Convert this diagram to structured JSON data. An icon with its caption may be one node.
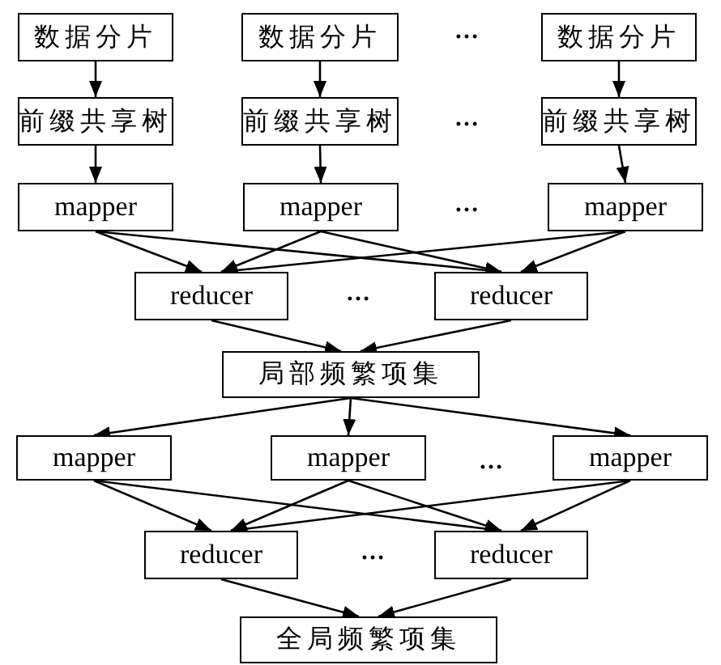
{
  "diagram": {
    "nodes": [
      {
        "text": [
          "数据分片"
        ]
      },
      {
        "text": [
          "数据分片"
        ]
      },
      {
        "text": [
          "数据分片"
        ]
      },
      {
        "text": [
          "前缀共享树"
        ]
      },
      {
        "text": [
          "前缀共享树"
        ]
      },
      {
        "text": [
          "前缀共享树"
        ]
      },
      {
        "text": [
          "mapper"
        ]
      },
      {
        "text": [
          "mapper"
        ]
      },
      {
        "text": [
          "mapper"
        ]
      },
      {
        "text": [
          "reducer"
        ]
      },
      {
        "text": [
          "reducer"
        ]
      },
      {
        "text": [
          "局部频繁项集"
        ]
      },
      {
        "text": [
          "mapper"
        ]
      },
      {
        "text": [
          "mapper"
        ]
      },
      {
        "text": [
          "mapper"
        ]
      },
      {
        "text": [
          "reducer"
        ]
      },
      {
        "text": [
          "reducer"
        ]
      },
      {
        "text": [
          "全局频繁项集"
        ]
      }
    ],
    "edges": [
      {
        "from": 0,
        "to": 3,
        "arrow": "to"
      },
      {
        "from": 1,
        "to": 4,
        "arrow": "to"
      },
      {
        "from": 2,
        "to": 5,
        "arrow": "to"
      },
      {
        "from": 3,
        "to": 6,
        "arrow": "to"
      },
      {
        "from": 4,
        "to": 7,
        "arrow": "to"
      },
      {
        "from": 5,
        "to": 8,
        "arrow": "to"
      },
      {
        "from": 6,
        "to": 9,
        "arrow": "to"
      },
      {
        "from": 6,
        "to": 10,
        "arrow": "to"
      },
      {
        "from": 7,
        "to": 9,
        "arrow": "to"
      },
      {
        "from": 7,
        "to": 10,
        "arrow": "to"
      },
      {
        "from": 8,
        "to": 9,
        "arrow": "to"
      },
      {
        "from": 8,
        "to": 10,
        "arrow": "to"
      },
      {
        "from": 9,
        "to": 11,
        "arrow": "to"
      },
      {
        "from": 10,
        "to": 11,
        "arrow": "to"
      },
      {
        "from": 11,
        "to": 12,
        "arrow": "to"
      },
      {
        "from": 11,
        "to": 13,
        "arrow": "to"
      },
      {
        "from": 11,
        "to": 14,
        "arrow": "to"
      },
      {
        "from": 12,
        "to": 15,
        "arrow": "to"
      },
      {
        "from": 12,
        "to": 16,
        "arrow": "to"
      },
      {
        "from": 13,
        "to": 15,
        "arrow": "to"
      },
      {
        "from": 13,
        "to": 16,
        "arrow": "to"
      },
      {
        "from": 14,
        "to": 15,
        "arrow": "to"
      },
      {
        "from": 14,
        "to": 16,
        "arrow": "to"
      },
      {
        "from": 15,
        "to": 17,
        "arrow": "to"
      },
      {
        "from": 16,
        "to": 17,
        "arrow": "to"
      }
    ],
    "labels": [
      "…",
      "…",
      "…",
      "…",
      "…",
      "…"
    ]
  }
}
